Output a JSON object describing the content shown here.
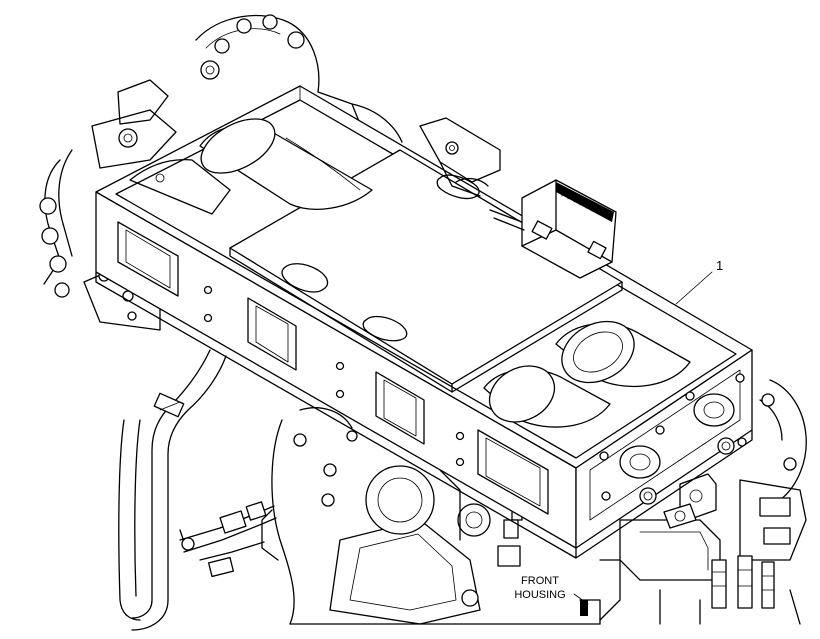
{
  "callout": {
    "number": "1"
  },
  "labels": {
    "front_housing_line1": "FRONT",
    "front_housing_line2": "HOUSING"
  },
  "colors": {
    "ink": "#000000",
    "paper": "#ffffff"
  }
}
